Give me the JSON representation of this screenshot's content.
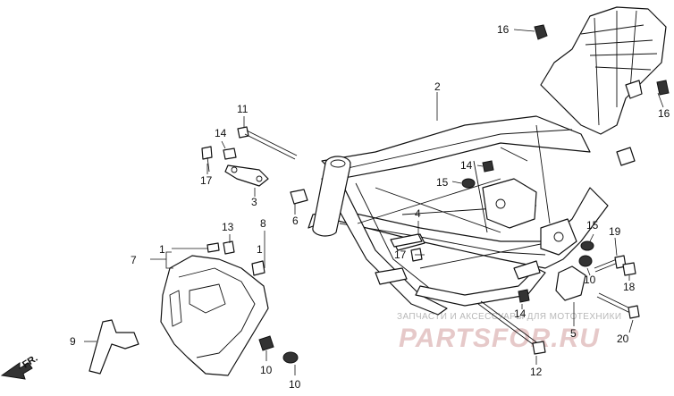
{
  "diagram": {
    "callouts": {
      "n1": "1",
      "n2": "2",
      "n3": "3",
      "n4": "4",
      "n5": "5",
      "n6": "6",
      "n7": "7",
      "n8": "8",
      "n9": "9",
      "n10a": "10",
      "n10b": "10",
      "n10c": "10",
      "n11": "11",
      "n12": "12",
      "n13": "13",
      "n14a": "14",
      "n14b": "14",
      "n14c": "14",
      "n15a": "15",
      "n15b": "15",
      "n16a": "16",
      "n16b": "16",
      "n17a": "17",
      "n17b": "17",
      "n18": "18",
      "n19": "19",
      "n20": "20"
    },
    "direction_label": "FR.",
    "watermark": {
      "line1": "ЗАПЧАСТИ И АКСЕССУАРЫ ДЛЯ МОТОТЕХНИКИ",
      "logo": "PARTSFOR.RU"
    }
  }
}
